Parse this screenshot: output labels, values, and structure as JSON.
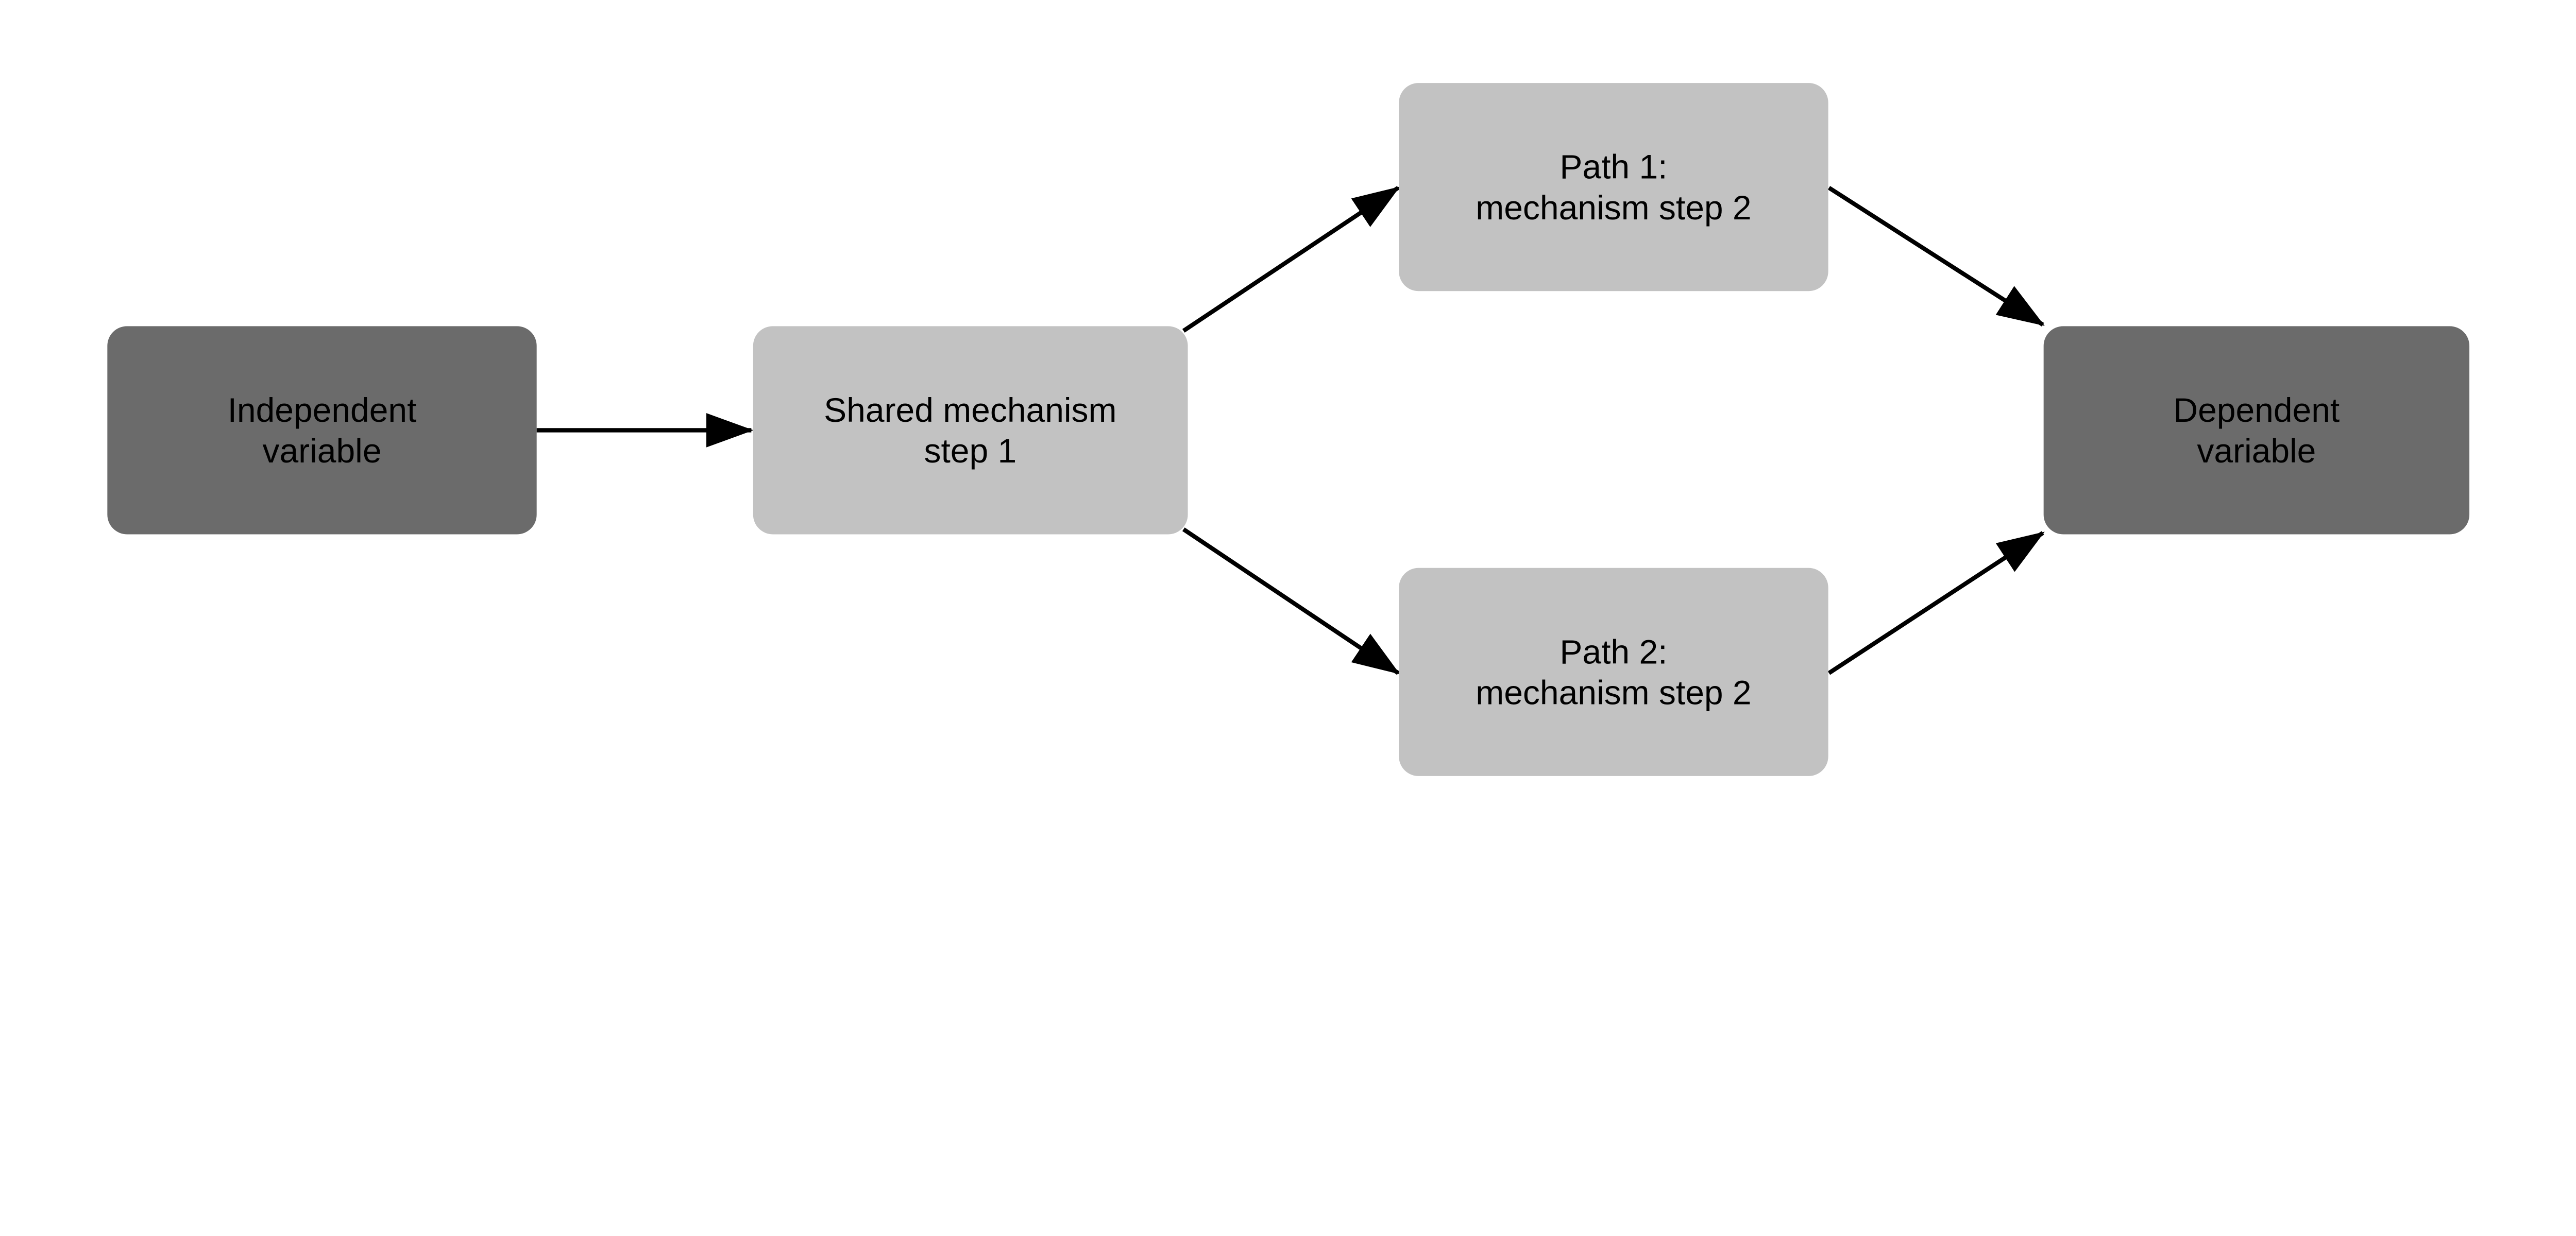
{
  "diagram": {
    "background_color": "#ffffff",
    "node_colors": {
      "dark": "#6b6b6b",
      "light": "#c2c2c2"
    },
    "text_color": "#000000",
    "arrow_color": "#000000",
    "nodes": [
      {
        "id": "independent-variable",
        "line1": "Independent",
        "line2": "variable",
        "style": "dark"
      },
      {
        "id": "shared-mechanism-step-1",
        "line1": "Shared mechanism",
        "line2": "step 1",
        "style": "light"
      },
      {
        "id": "path-1-mechanism-step-2",
        "line1": "Path 1:",
        "line2": "mechanism step 2",
        "style": "light"
      },
      {
        "id": "path-2-mechanism-step-2",
        "line1": "Path 2:",
        "line2": "mechanism step 2",
        "style": "light"
      },
      {
        "id": "dependent-variable",
        "line1": "Dependent",
        "line2": "variable",
        "style": "dark"
      }
    ],
    "edges": [
      {
        "from": "independent-variable",
        "to": "shared-mechanism-step-1"
      },
      {
        "from": "shared-mechanism-step-1",
        "to": "path-1-mechanism-step-2"
      },
      {
        "from": "shared-mechanism-step-1",
        "to": "path-2-mechanism-step-2"
      },
      {
        "from": "path-1-mechanism-step-2",
        "to": "dependent-variable"
      },
      {
        "from": "path-2-mechanism-step-2",
        "to": "dependent-variable"
      }
    ]
  }
}
